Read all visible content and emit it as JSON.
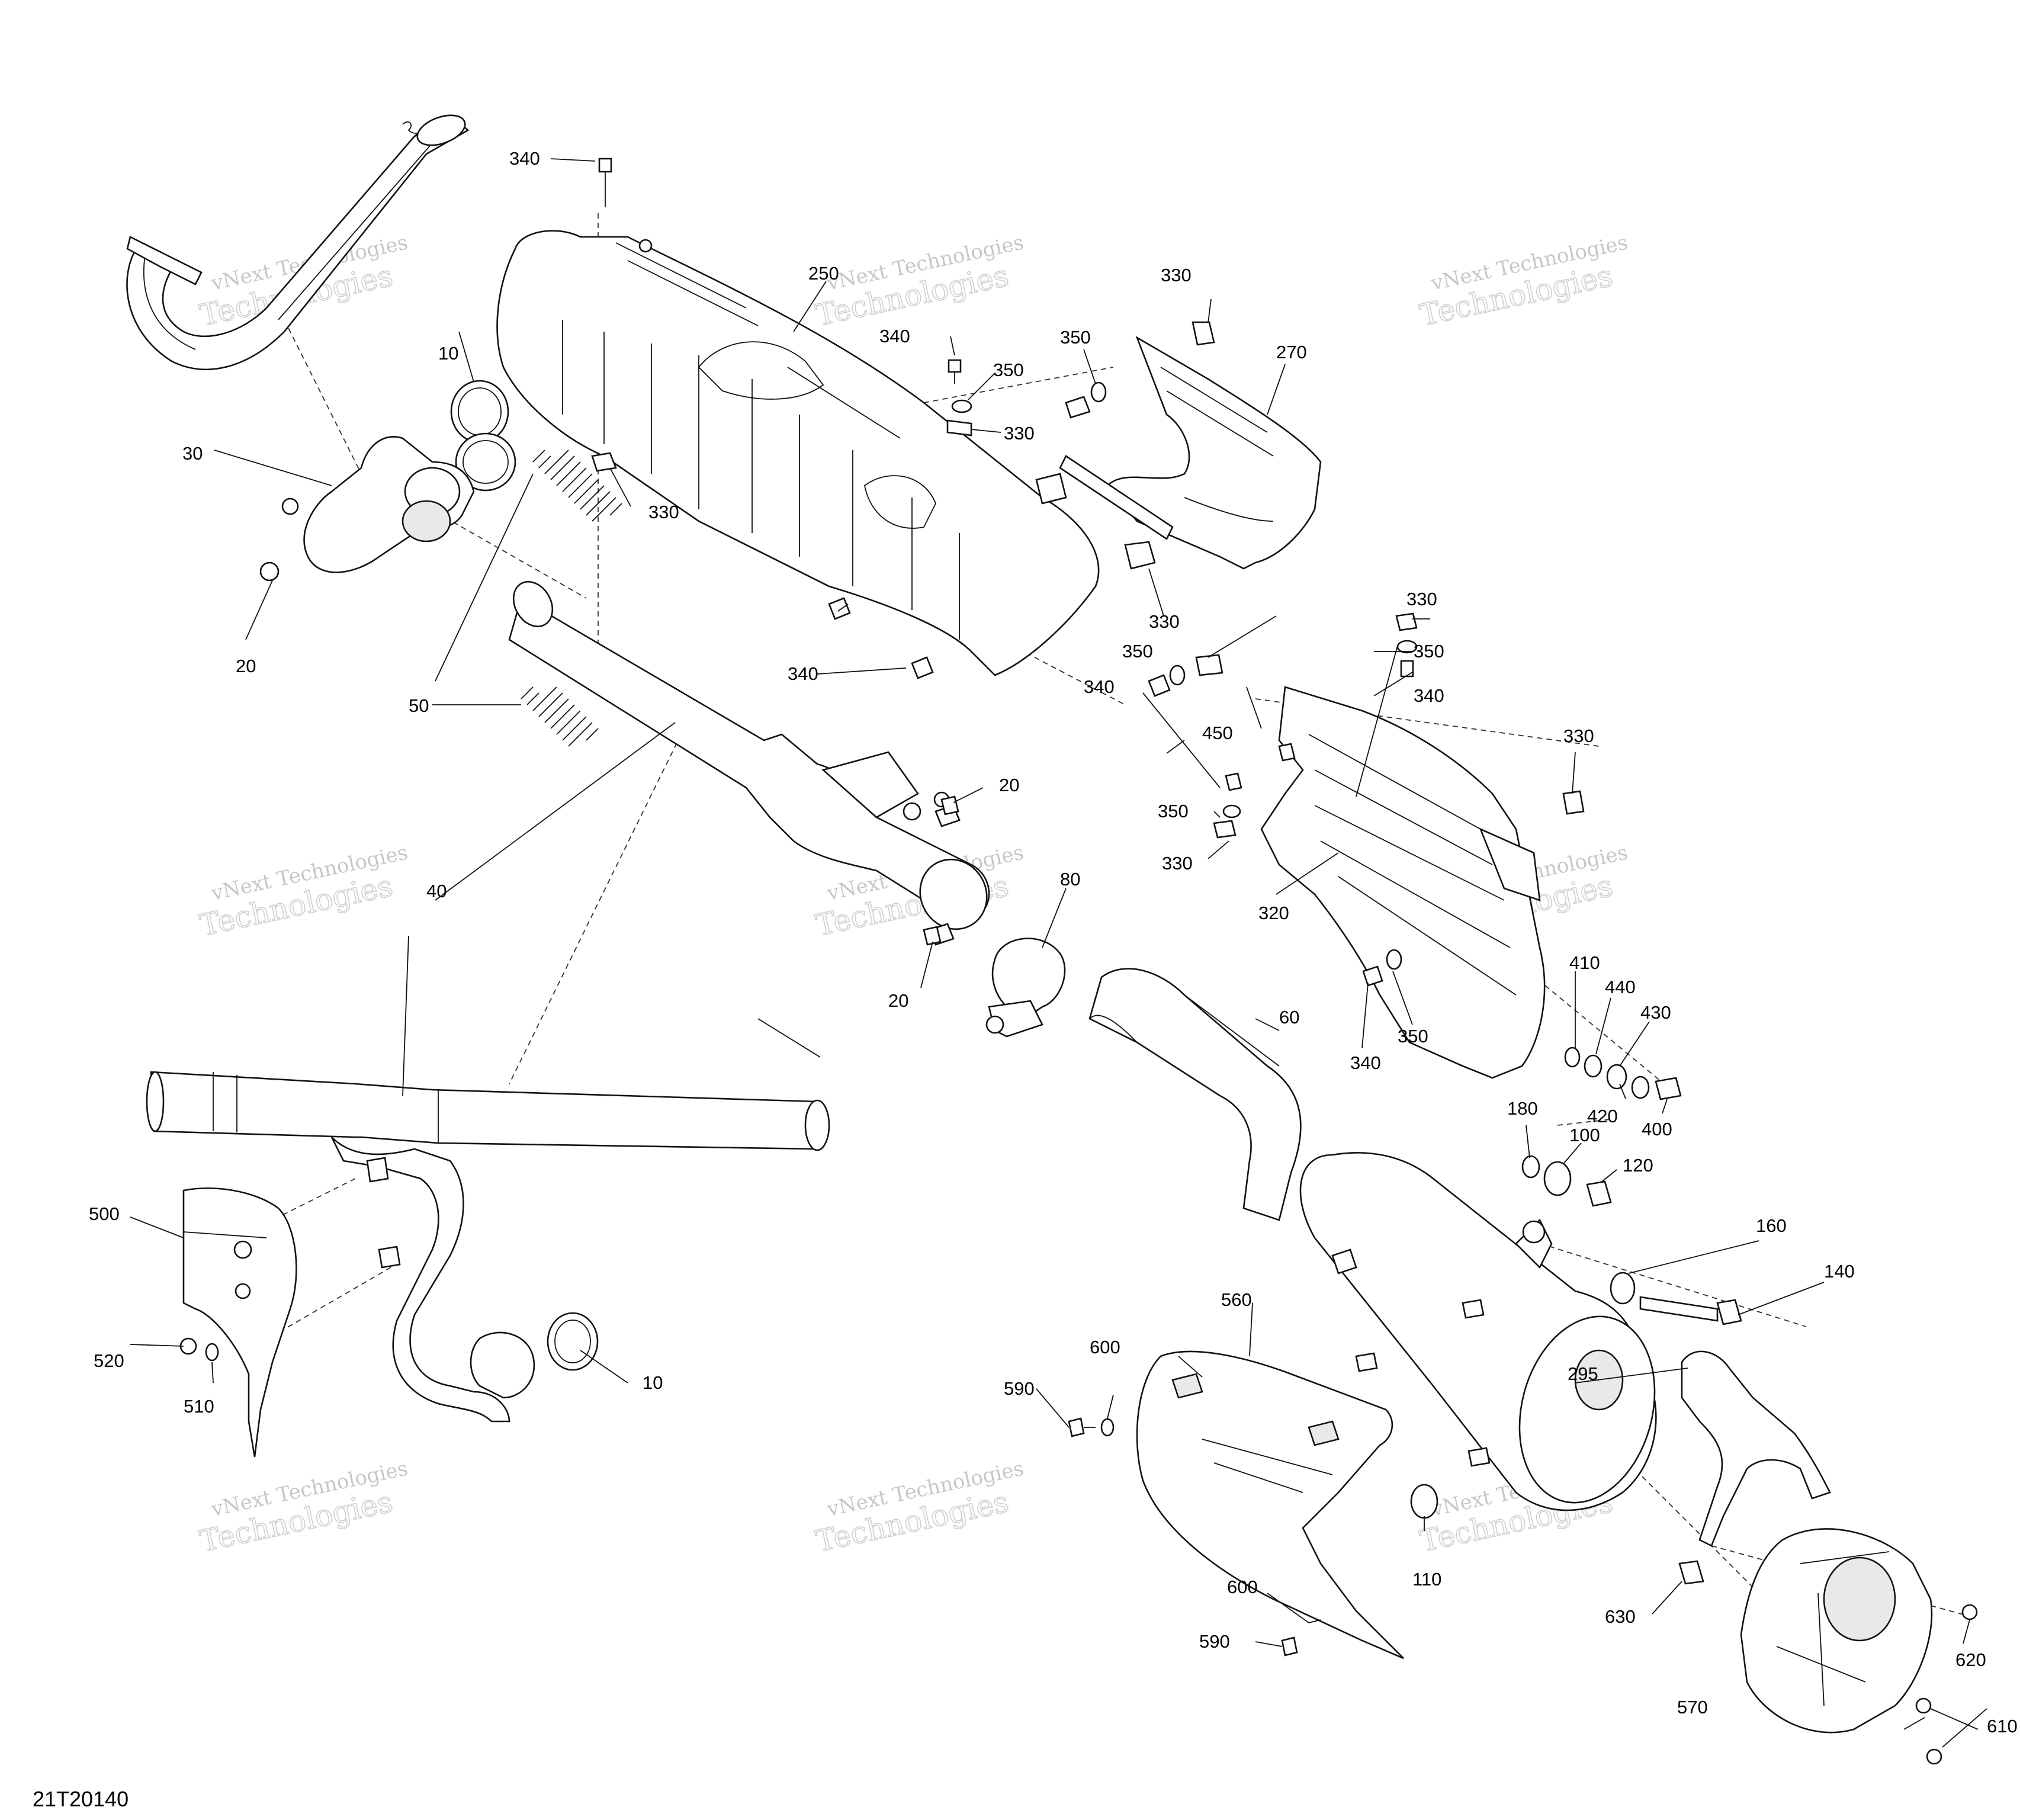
{
  "diagram": {
    "drawing_code": "21T20140",
    "watermark": {
      "line1": "vNext Technologies",
      "line2": "Technologies"
    },
    "callouts": {
      "c10a": "10",
      "c10b": "10",
      "c20a": "20",
      "c20b": "20",
      "c20c": "20",
      "c30": "30",
      "c40": "40",
      "c50": "50",
      "c60": "60",
      "c80": "80",
      "c100": "100",
      "c110": "110",
      "c120": "120",
      "c140": "140",
      "c160": "160",
      "c180": "180",
      "c250": "250",
      "c270": "270",
      "c295": "295",
      "c320": "320",
      "c330a": "330",
      "c330b": "330",
      "c330c": "330",
      "c330d": "330",
      "c330e": "330",
      "c330f": "330",
      "c330g": "330",
      "c340a": "340",
      "c340b": "340",
      "c340c": "340",
      "c340d": "340",
      "c340e": "340",
      "c340f": "340",
      "c350a": "350",
      "c350b": "350",
      "c350c": "350",
      "c350d": "350",
      "c350e": "350",
      "c350f": "350",
      "c400": "400",
      "c410": "410",
      "c420": "420",
      "c430": "430",
      "c440": "440",
      "c450": "450",
      "c500": "500",
      "c510": "510",
      "c520": "520",
      "c560": "560",
      "c570": "570",
      "c590a": "590",
      "c590b": "590",
      "c600a": "600",
      "c600b": "600",
      "c610": "610",
      "c620": "620",
      "c630": "630"
    }
  }
}
